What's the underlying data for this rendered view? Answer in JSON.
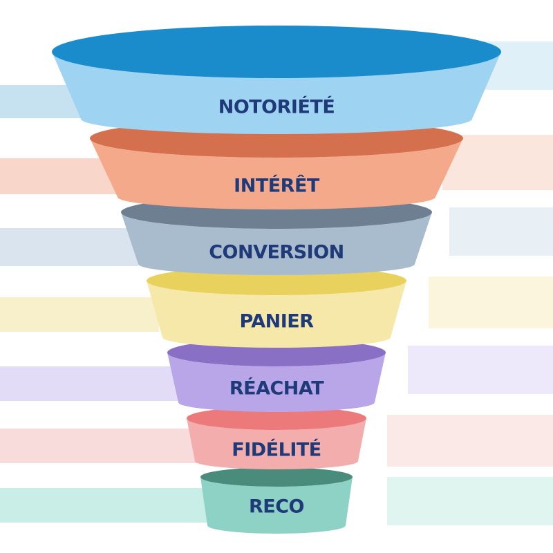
{
  "funnel": {
    "stages": [
      {
        "label": "NOTORIÉTÉ",
        "top_color": "#1a8ccc",
        "body_color": "#9ed4f1",
        "band_left": "#c6e1f0",
        "band_right": "#dff0f9"
      },
      {
        "label": "INTÉRÊT",
        "top_color": "#d4704d",
        "body_color": "#f3a98a",
        "band_left": "#f8d6c9",
        "band_right": "#fbe6dd"
      },
      {
        "label": "CONVERSION",
        "top_color": "#6d7f90",
        "body_color": "#a9bccd",
        "band_left": "#d9e4ee",
        "band_right": "#e8eff5"
      },
      {
        "label": "PANIER",
        "top_color": "#e8d15c",
        "body_color": "#f6e8a8",
        "band_left": "#f8efcb",
        "band_right": "#fbf5de"
      },
      {
        "label": "RÉACHAT",
        "top_color": "#8a70c4",
        "body_color": "#b8a6e9",
        "band_left": "#e3dcf6",
        "band_right": "#eee9fa"
      },
      {
        "label": "FIDÉLITÉ",
        "top_color": "#ec7a7a",
        "body_color": "#f4adad",
        "band_left": "#f8dcdb",
        "band_right": "#fbe9e8"
      },
      {
        "label": "RECO",
        "top_color": "#4a8c7c",
        "body_color": "#8ed1c5",
        "band_left": "#c9ede7",
        "band_right": "#e0f4f0"
      }
    ]
  }
}
